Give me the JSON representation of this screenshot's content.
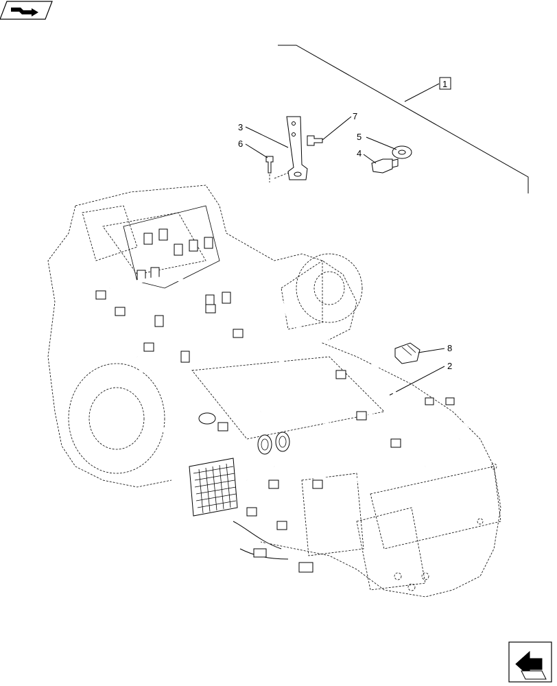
{
  "callouts": {
    "c1": "1",
    "c2": "2",
    "c3": "3",
    "c4": "4",
    "c5": "5",
    "c6": "6",
    "c7": "7",
    "c8": "8"
  },
  "icons": {
    "top_left": "previous-page-arrow-icon",
    "bottom_right": "next-page-arrow-icon"
  },
  "colors": {
    "line": "#000000",
    "background": "#ffffff"
  }
}
